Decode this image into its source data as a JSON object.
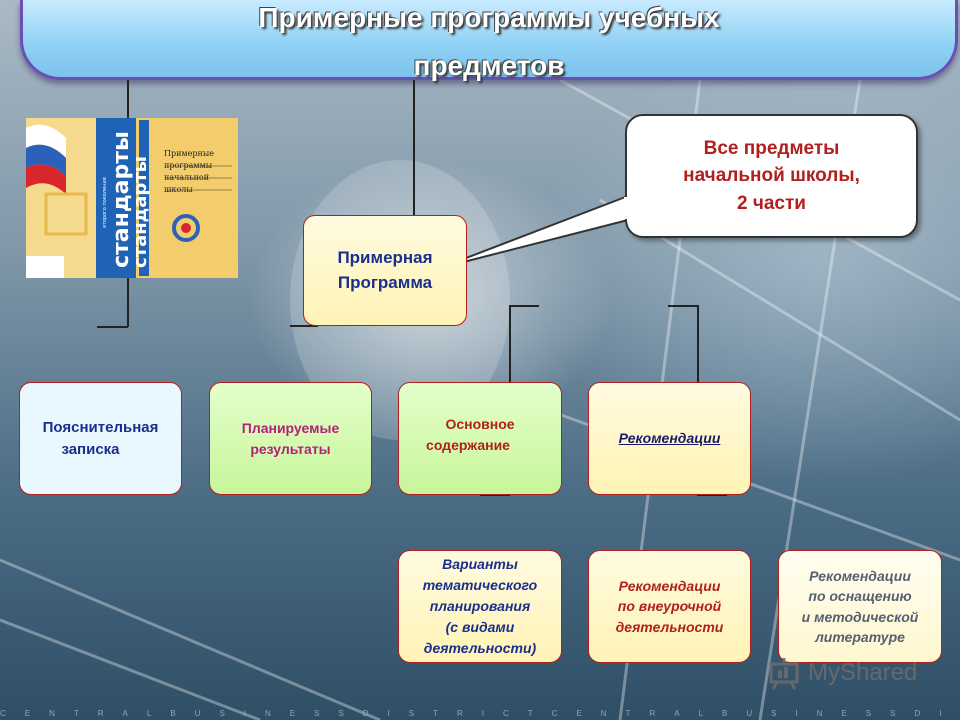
{
  "title": {
    "line1": "Примерные программы учебных",
    "line2": "предметов"
  },
  "book_cover": {
    "spine_text": "стандарты",
    "spine_subtitle": "второго поколения",
    "cover_title_lines": [
      "Примерные",
      "программы",
      "начальной",
      "школы"
    ]
  },
  "callout": {
    "lines": [
      "Все предметы",
      "начальной школы,",
      "2 части"
    ]
  },
  "nodes": {
    "main": {
      "line1": "Примерная",
      "line2": "Программа"
    },
    "explanatory": {
      "line1": "Пояснительная",
      "line2": "записка"
    },
    "planned": {
      "line1": "Планируемые",
      "line2": "результаты"
    },
    "content": {
      "line1": "Основное",
      "line2": "содержание"
    },
    "recommendations": {
      "text": "Рекомендации"
    },
    "variants": {
      "lines": [
        "Варианты",
        "тематического",
        "планирования",
        "(с видами",
        "деятельности)"
      ]
    },
    "extracurricular": {
      "lines": [
        "Рекомендации",
        "по внеурочной",
        "деятельности"
      ]
    },
    "equipment": {
      "lines": [
        "Рекомендации",
        "по оснащению",
        "и методической",
        "литературе"
      ]
    }
  },
  "colors": {
    "title_border": "#6a4fb5",
    "box_border": "#b0201f",
    "text_blue": "#1a2f8c",
    "text_magenta": "#b0227a",
    "callout_text": "#b0201f"
  },
  "watermark": {
    "text": "MyShared"
  },
  "footer": {
    "text": "CENTRALBUSINESSDISTRICTCENTRALBUSINESSDISTRICTCENTRA"
  }
}
